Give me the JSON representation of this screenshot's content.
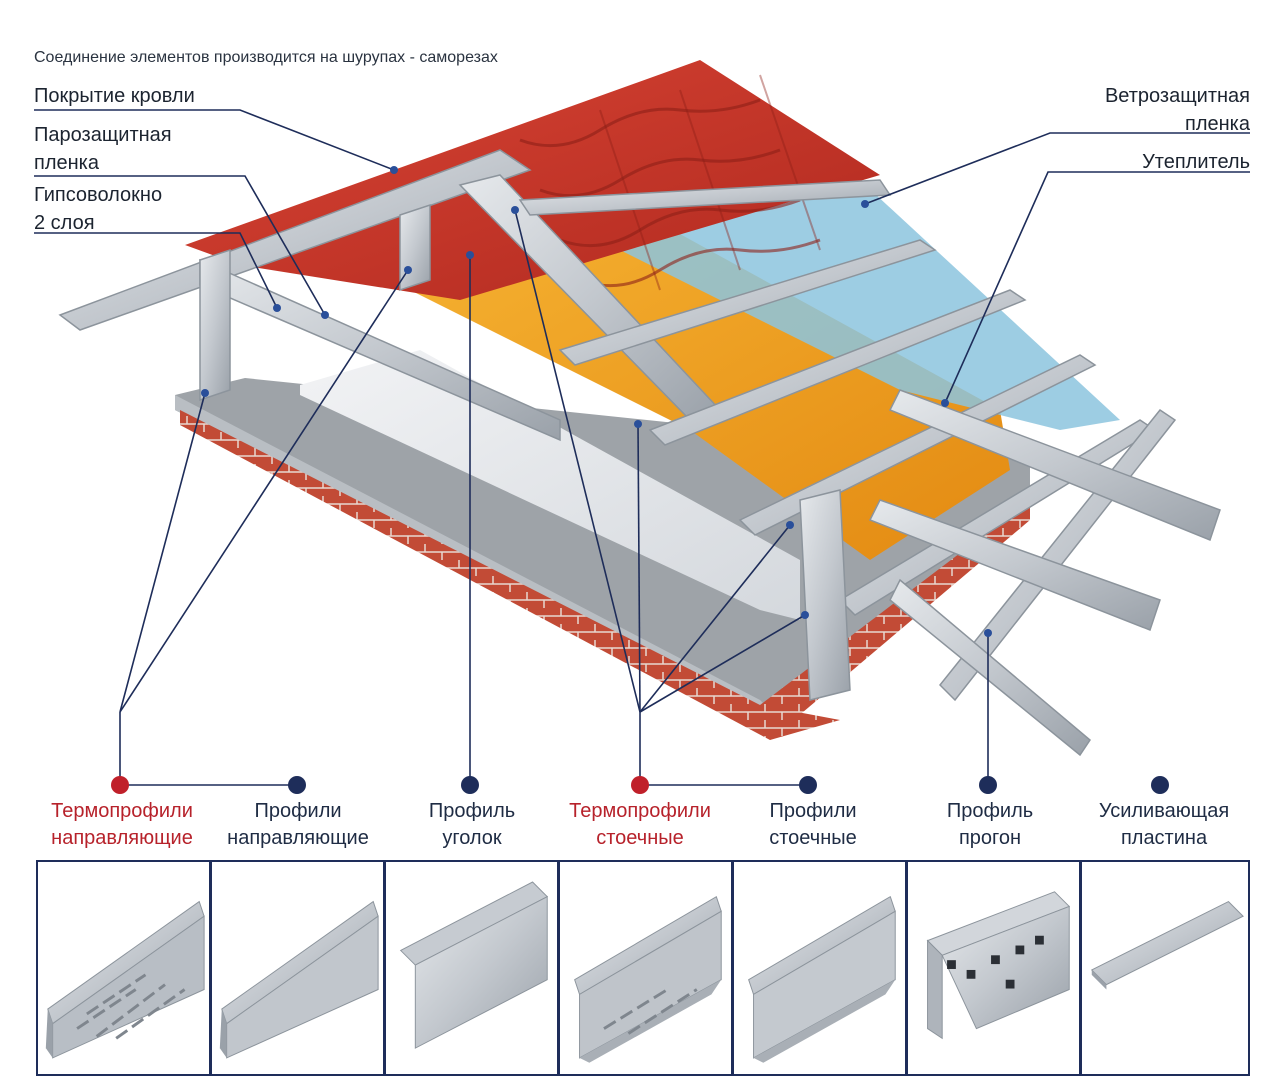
{
  "header_note": "Соединение элементов производится на шурупах - саморезах",
  "callouts": {
    "roof_covering": "Покрытие кровли",
    "vapor_barrier_1": "Парозащитная",
    "vapor_barrier_2": "пленка",
    "gypsum_fiber_1": "Гипсоволокно",
    "gypsum_fiber_2": "2 слоя",
    "windproof_1": "Ветрозащитная",
    "windproof_2": "пленка",
    "insulation": "Утеплитель"
  },
  "legend": [
    {
      "line1": "Термопрофили",
      "line2": "направляющие",
      "dot": "#c0202a"
    },
    {
      "line1": "Профили",
      "line2": "направляющие",
      "dot": "#1e2d5a"
    },
    {
      "line1": "Профиль",
      "line2": "уголок",
      "dot": "#1e2d5a"
    },
    {
      "line1": "Термопрофили",
      "line2": "стоечные",
      "dot": "#c0202a"
    },
    {
      "line1": "Профили",
      "line2": "стоечные",
      "dot": "#1e2d5a"
    },
    {
      "line1": "Профиль",
      "line2": "прогон",
      "dot": "#1e2d5a"
    },
    {
      "line1": "Усиливающая",
      "line2": "пластина",
      "dot": "#1e2d5a"
    }
  ],
  "colors": {
    "roof_red": "#c8332b",
    "insulation_orange": "#f0a020",
    "membrane_blue": "#8cc4de",
    "steel": "#c9ced4",
    "brick": "#c04a35",
    "leader_navy": "#1e2d5a",
    "thermo_red": "#b7222b"
  }
}
